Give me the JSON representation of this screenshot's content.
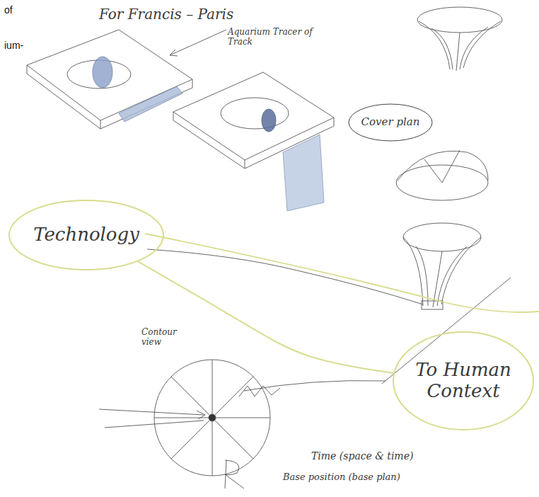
{
  "diagram": {
    "title": "For Francis – Paris",
    "nodes": [
      {
        "text": [
          "Cover plan"
        ]
      },
      {
        "text": [
          "Technology"
        ]
      },
      {
        "text": [
          "To Human Context"
        ]
      }
    ],
    "edges": [
      {
        "from": 1,
        "to": 2,
        "arrow": "none"
      }
    ],
    "labels": [
      "of",
      "ium-",
      "Aquarium Tracer of Track",
      "Contour view",
      "Time (space & time)",
      "Base position (base plan)"
    ]
  }
}
